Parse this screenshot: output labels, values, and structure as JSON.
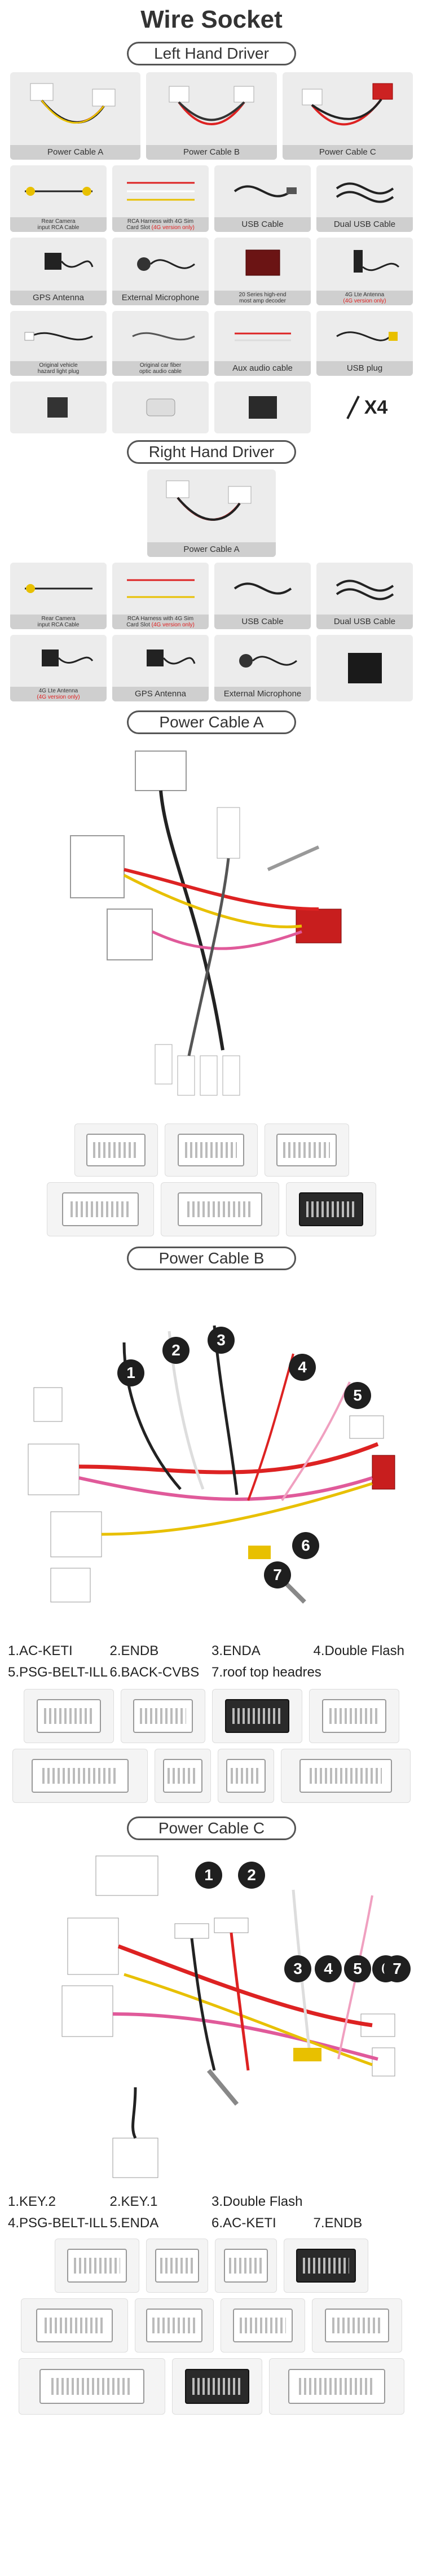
{
  "page_title": "Wire Socket",
  "sections": {
    "left_hand_driver": "Left Hand Driver",
    "right_hand_driver": "Right Hand Driver",
    "power_cable_a": "Power Cable A",
    "power_cable_b": "Power Cable B",
    "power_cable_c": "Power Cable C"
  },
  "lhd_power": [
    "Power Cable A",
    "Power Cable B",
    "Power Cable C"
  ],
  "lhd_row2": [
    {
      "l1": "Rear Camera",
      "l2": "input RCA Cable",
      "note": ""
    },
    {
      "l1": "RCA Harness with 4G Sim",
      "l2": "Card Slot",
      "note": "(4G version only)"
    },
    {
      "l1": "USB Cable",
      "l2": "",
      "note": ""
    },
    {
      "l1": "Dual USB Cable",
      "l2": "",
      "note": ""
    }
  ],
  "lhd_row3": [
    {
      "l1": "GPS Antenna",
      "l2": "",
      "note": ""
    },
    {
      "l1": "External Microphone",
      "l2": "",
      "note": ""
    },
    {
      "l1": "20 Series high-end",
      "l2": "most amp decoder",
      "note": ""
    },
    {
      "l1": "4G Lte Antenna",
      "l2": "",
      "note": "(4G version only)"
    }
  ],
  "lhd_row4": [
    {
      "l1": "Original vehicle",
      "l2": "hazard light plug",
      "note": ""
    },
    {
      "l1": "Original car fiber",
      "l2": "optic audio cable",
      "note": ""
    },
    {
      "l1": "Aux audio cable",
      "l2": "",
      "note": ""
    },
    {
      "l1": "USB plug",
      "l2": "",
      "note": ""
    }
  ],
  "x4_label": "X4",
  "rhd_power": "Power Cable A",
  "rhd_row2": [
    {
      "l1": "Rear Camera",
      "l2": "input RCA Cable",
      "note": ""
    },
    {
      "l1": "RCA Harness with 4G Sim",
      "l2": "Card Slot",
      "note": "(4G version only)"
    },
    {
      "l1": "USB Cable",
      "l2": "",
      "note": ""
    },
    {
      "l1": "Dual USB Cable",
      "l2": "",
      "note": ""
    }
  ],
  "rhd_row3": [
    {
      "l1": "4G Lte Antenna",
      "l2": "",
      "note": "(4G version only)"
    },
    {
      "l1": "GPS Antenna",
      "l2": "",
      "note": ""
    },
    {
      "l1": "External Microphone",
      "l2": "",
      "note": ""
    },
    {
      "l1": "",
      "l2": "",
      "note": ""
    }
  ],
  "cable_b_legend": [
    [
      "1.AC-KETI",
      "2.ENDB",
      "3.ENDA",
      "4.Double Flash"
    ],
    [
      "5.PSG-BELT-ILL",
      "6.BACK-CVBS",
      "7.roof top headres",
      ""
    ]
  ],
  "cable_c_legend": [
    [
      "1.KEY.2",
      "2.KEY.1",
      "3.Double Flash",
      ""
    ],
    [
      "4.PSG-BELT-ILL",
      "5.ENDA",
      "6.AC-KETI",
      "7.ENDB"
    ]
  ],
  "cable_b_numbers": [
    "1",
    "2",
    "3",
    "4",
    "5",
    "6",
    "7"
  ],
  "cable_c_numbers": [
    "1",
    "2",
    "3",
    "4",
    "5",
    "6",
    "7"
  ],
  "colors": {
    "caption_bg": "#cfcfcf",
    "cell_bg": "#ececec",
    "note_red": "#e02020",
    "dot": "#1f1f1f"
  }
}
